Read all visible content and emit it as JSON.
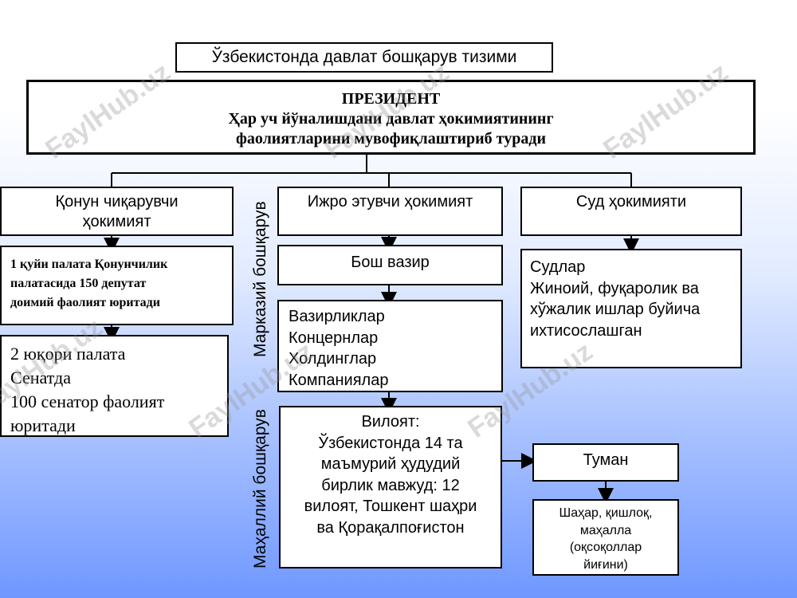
{
  "title": "Ўзбекистонда давлат бошқарув тизими",
  "president": {
    "heading": "ПРЕЗИДЕНТ",
    "lines": [
      "Ҳар уч йўналишдани давлат ҳокимиятининг",
      "фаолиятларини мувофиқлаштириб туради"
    ]
  },
  "legislative": {
    "lines": [
      "Қонун чиқарувчи",
      "ҳокимият"
    ],
    "lower_house": [
      "1 қуйи палата  Қонунчилик",
      "палатасида 150 депутат",
      "доимий фаолият юритади"
    ],
    "upper_house": [
      "2 юқори палата",
      "Сенатда",
      "100 сенатор фаолият",
      "юритади"
    ]
  },
  "executive": {
    "label": "Ижро этувчи ҳокимият",
    "prime_minister": "Бош вазир",
    "ministries": [
      "Вазирликлар",
      "Концернлар",
      "Холдинглар",
      "Компаниялар"
    ],
    "region": [
      "Вилоят:",
      "Ўзбекистонда 14 та",
      "маъмурий ҳудудий",
      "бирлик мавжуд: 12",
      "вилоят, Тошкент шаҳри",
      "ва Қорақалпоғистон"
    ],
    "district": "Туман",
    "locality": [
      "Шаҳар, қишлоқ,",
      "маҳалла",
      "(оқсоқоллар",
      "йиғини)"
    ]
  },
  "judicial": {
    "label": "Суд ҳокимияти",
    "courts": [
      "Судлар",
      "Жиноий, фуқаролик ва",
      "хўжалик ишлар буйича",
      "ихтисослашган"
    ]
  },
  "side_labels": {
    "central": "Марказий бошқарув",
    "local": "Маҳаллий бошқарув"
  },
  "watermark": "FaylHub.uz"
}
